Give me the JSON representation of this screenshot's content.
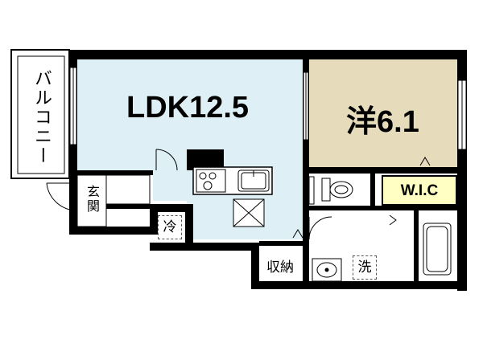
{
  "rooms": {
    "ldk": "LDK12.5",
    "western": "洋6.1",
    "balcony": "バルコニー",
    "entrance": "玄関",
    "fridge": "冷",
    "storage": "収納",
    "washer": "洗",
    "wic": "W.I.C"
  },
  "colors": {
    "ldk_fill": "#def0f6",
    "western_fill": "#e6dbba",
    "wic_fill": "#ffffc4",
    "wall": "#000000"
  },
  "icons": [
    "stove-icon",
    "sink-icon",
    "toilet-icon",
    "washbasin-icon",
    "bathtub-icon",
    "ventilation-icon",
    "door-swing-icon"
  ]
}
